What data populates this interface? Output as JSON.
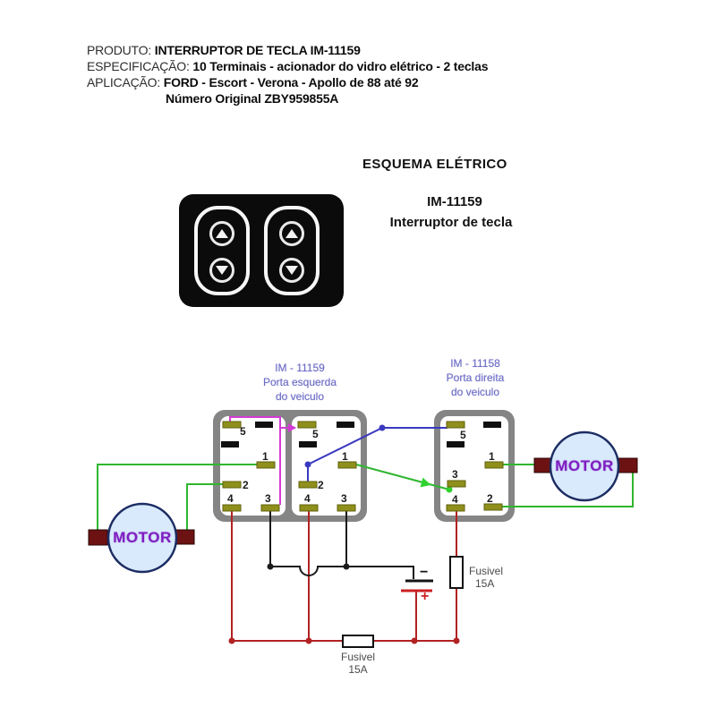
{
  "header": {
    "product": {
      "label": "PRODUTO:",
      "value": "INTERRUPTOR DE TECLA IM-11159"
    },
    "spec": {
      "label": "ESPECIFICAÇÃO:",
      "value": "10 Terminais - acionador do vidro elétrico - 2 teclas"
    },
    "application": {
      "label": "APLICAÇÃO:",
      "value": "FORD -  Escort - Verona - Apollo de 88 até 92"
    },
    "original_number": {
      "value": "Número Original  ZBY959855A"
    }
  },
  "schematic": {
    "title": "ESQUEMA ELÉTRICO",
    "part_number": "IM-11159",
    "part_name": "Interruptor de tecla"
  },
  "diagram": {
    "left_switch": {
      "id": "IM - 11159",
      "location1": "Porta esquerda",
      "location2": "do veiculo",
      "panel_a": {
        "t5": "5",
        "t1": "1",
        "t2": "2",
        "t4": "4",
        "t3": "3"
      },
      "panel_b": {
        "t5": "5",
        "t1": "1",
        "t2": "2",
        "t4": "4",
        "t3": "3"
      }
    },
    "right_switch": {
      "id": "IM - 11158",
      "location1": "Porta direita",
      "location2": "do veiculo",
      "terminals": {
        "t5": "5",
        "t1": "1",
        "t3": "3",
        "t4": "4",
        "t2": "2"
      }
    },
    "motor_left": {
      "label": "MOTOR"
    },
    "motor_right": {
      "label": "MOTOR"
    },
    "fuse_right": {
      "name": "Fusivel",
      "rating": "15A"
    },
    "fuse_bottom": {
      "name": "Fusivel",
      "rating": "15A"
    },
    "battery": {
      "minus": "−",
      "plus": "+"
    },
    "colors": {
      "wire_green": "#2fb62f",
      "wire_red": "#b22222",
      "wire_black": "#1a1a1a",
      "wire_blue": "#3939c0",
      "wire_magenta": "#d43bd4",
      "motor_fill": "#d8eafc",
      "motor_border": "#1c2d63",
      "motor_text": "#7d1fc0",
      "terminal_olive": "#8f8f1c",
      "label_blue": "#6b6bc4"
    }
  }
}
